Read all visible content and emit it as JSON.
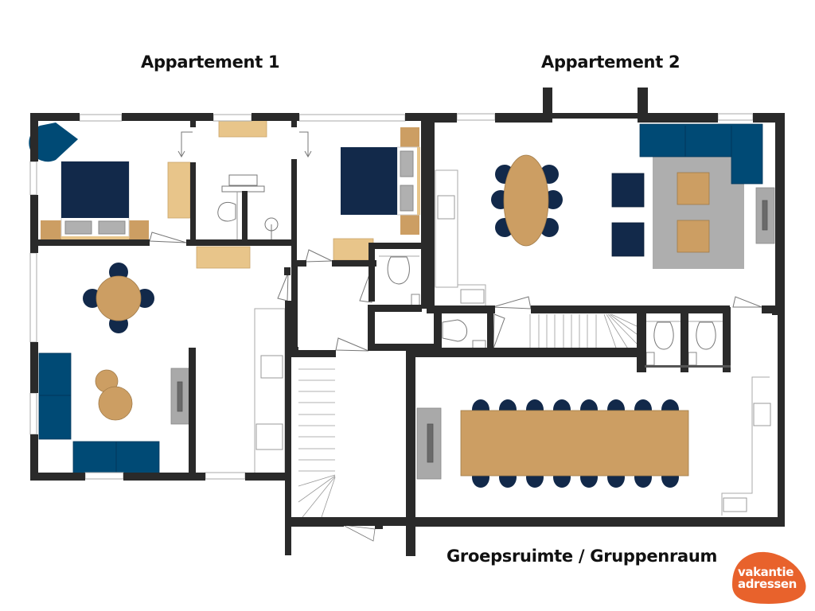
{
  "labels": {
    "apartment_1": "Appartement 1",
    "apartment_2": "Appartement 2",
    "group_room": "Groepsruimte / Gruppenraum"
  },
  "logo": {
    "line1": "vakantie",
    "line2": "adressen",
    "color": "#E8622C"
  },
  "colors": {
    "wall": "#2a2a2a",
    "navy": "#12294a",
    "teal_blue": "#004a75",
    "wood": "#cc9e63",
    "light_wood": "#e8c58a",
    "rug_grey": "#aeaeae",
    "fireplace_grey": "#a9a9a9",
    "line": "#8a8a8a"
  },
  "rooms": [
    {
      "name": "bedroom-1",
      "apartment": "Appartement 1",
      "furniture": [
        "double bed",
        "corner armchair",
        "wardrobe",
        "two nightstands"
      ]
    },
    {
      "name": "bathroom-1",
      "apartment": "Appartement 1",
      "furniture": [
        "sink",
        "toilet",
        "shower",
        "cabinet"
      ]
    },
    {
      "name": "bedroom-2",
      "apartment": "Appartement 1",
      "furniture": [
        "double bed",
        "two nightstands",
        "dresser"
      ]
    },
    {
      "name": "living-room-1",
      "apartment": "Appartement 1",
      "furniture": [
        "round dining table",
        "4 chairs",
        "L sofa",
        "coffee tables",
        "fireplace",
        "kitchen counter"
      ]
    },
    {
      "name": "living-room-2",
      "apartment": "Appartement 2",
      "furniture": [
        "oval dining table",
        "6 chairs",
        "corner sofa",
        "2 armchairs",
        "rug",
        "2 coffee tables",
        "fireplace",
        "kitchen counter"
      ]
    },
    {
      "name": "toilets",
      "apartment": "shared",
      "furniture": [
        "3 toilets"
      ]
    },
    {
      "name": "group-room",
      "apartment": "Groepsruimte / Gruppenraum",
      "furniture": [
        "long table",
        "16 chairs",
        "fireplace",
        "kitchen counter"
      ]
    },
    {
      "name": "stairwell",
      "apartment": "shared",
      "furniture": [
        "staircase"
      ]
    }
  ]
}
